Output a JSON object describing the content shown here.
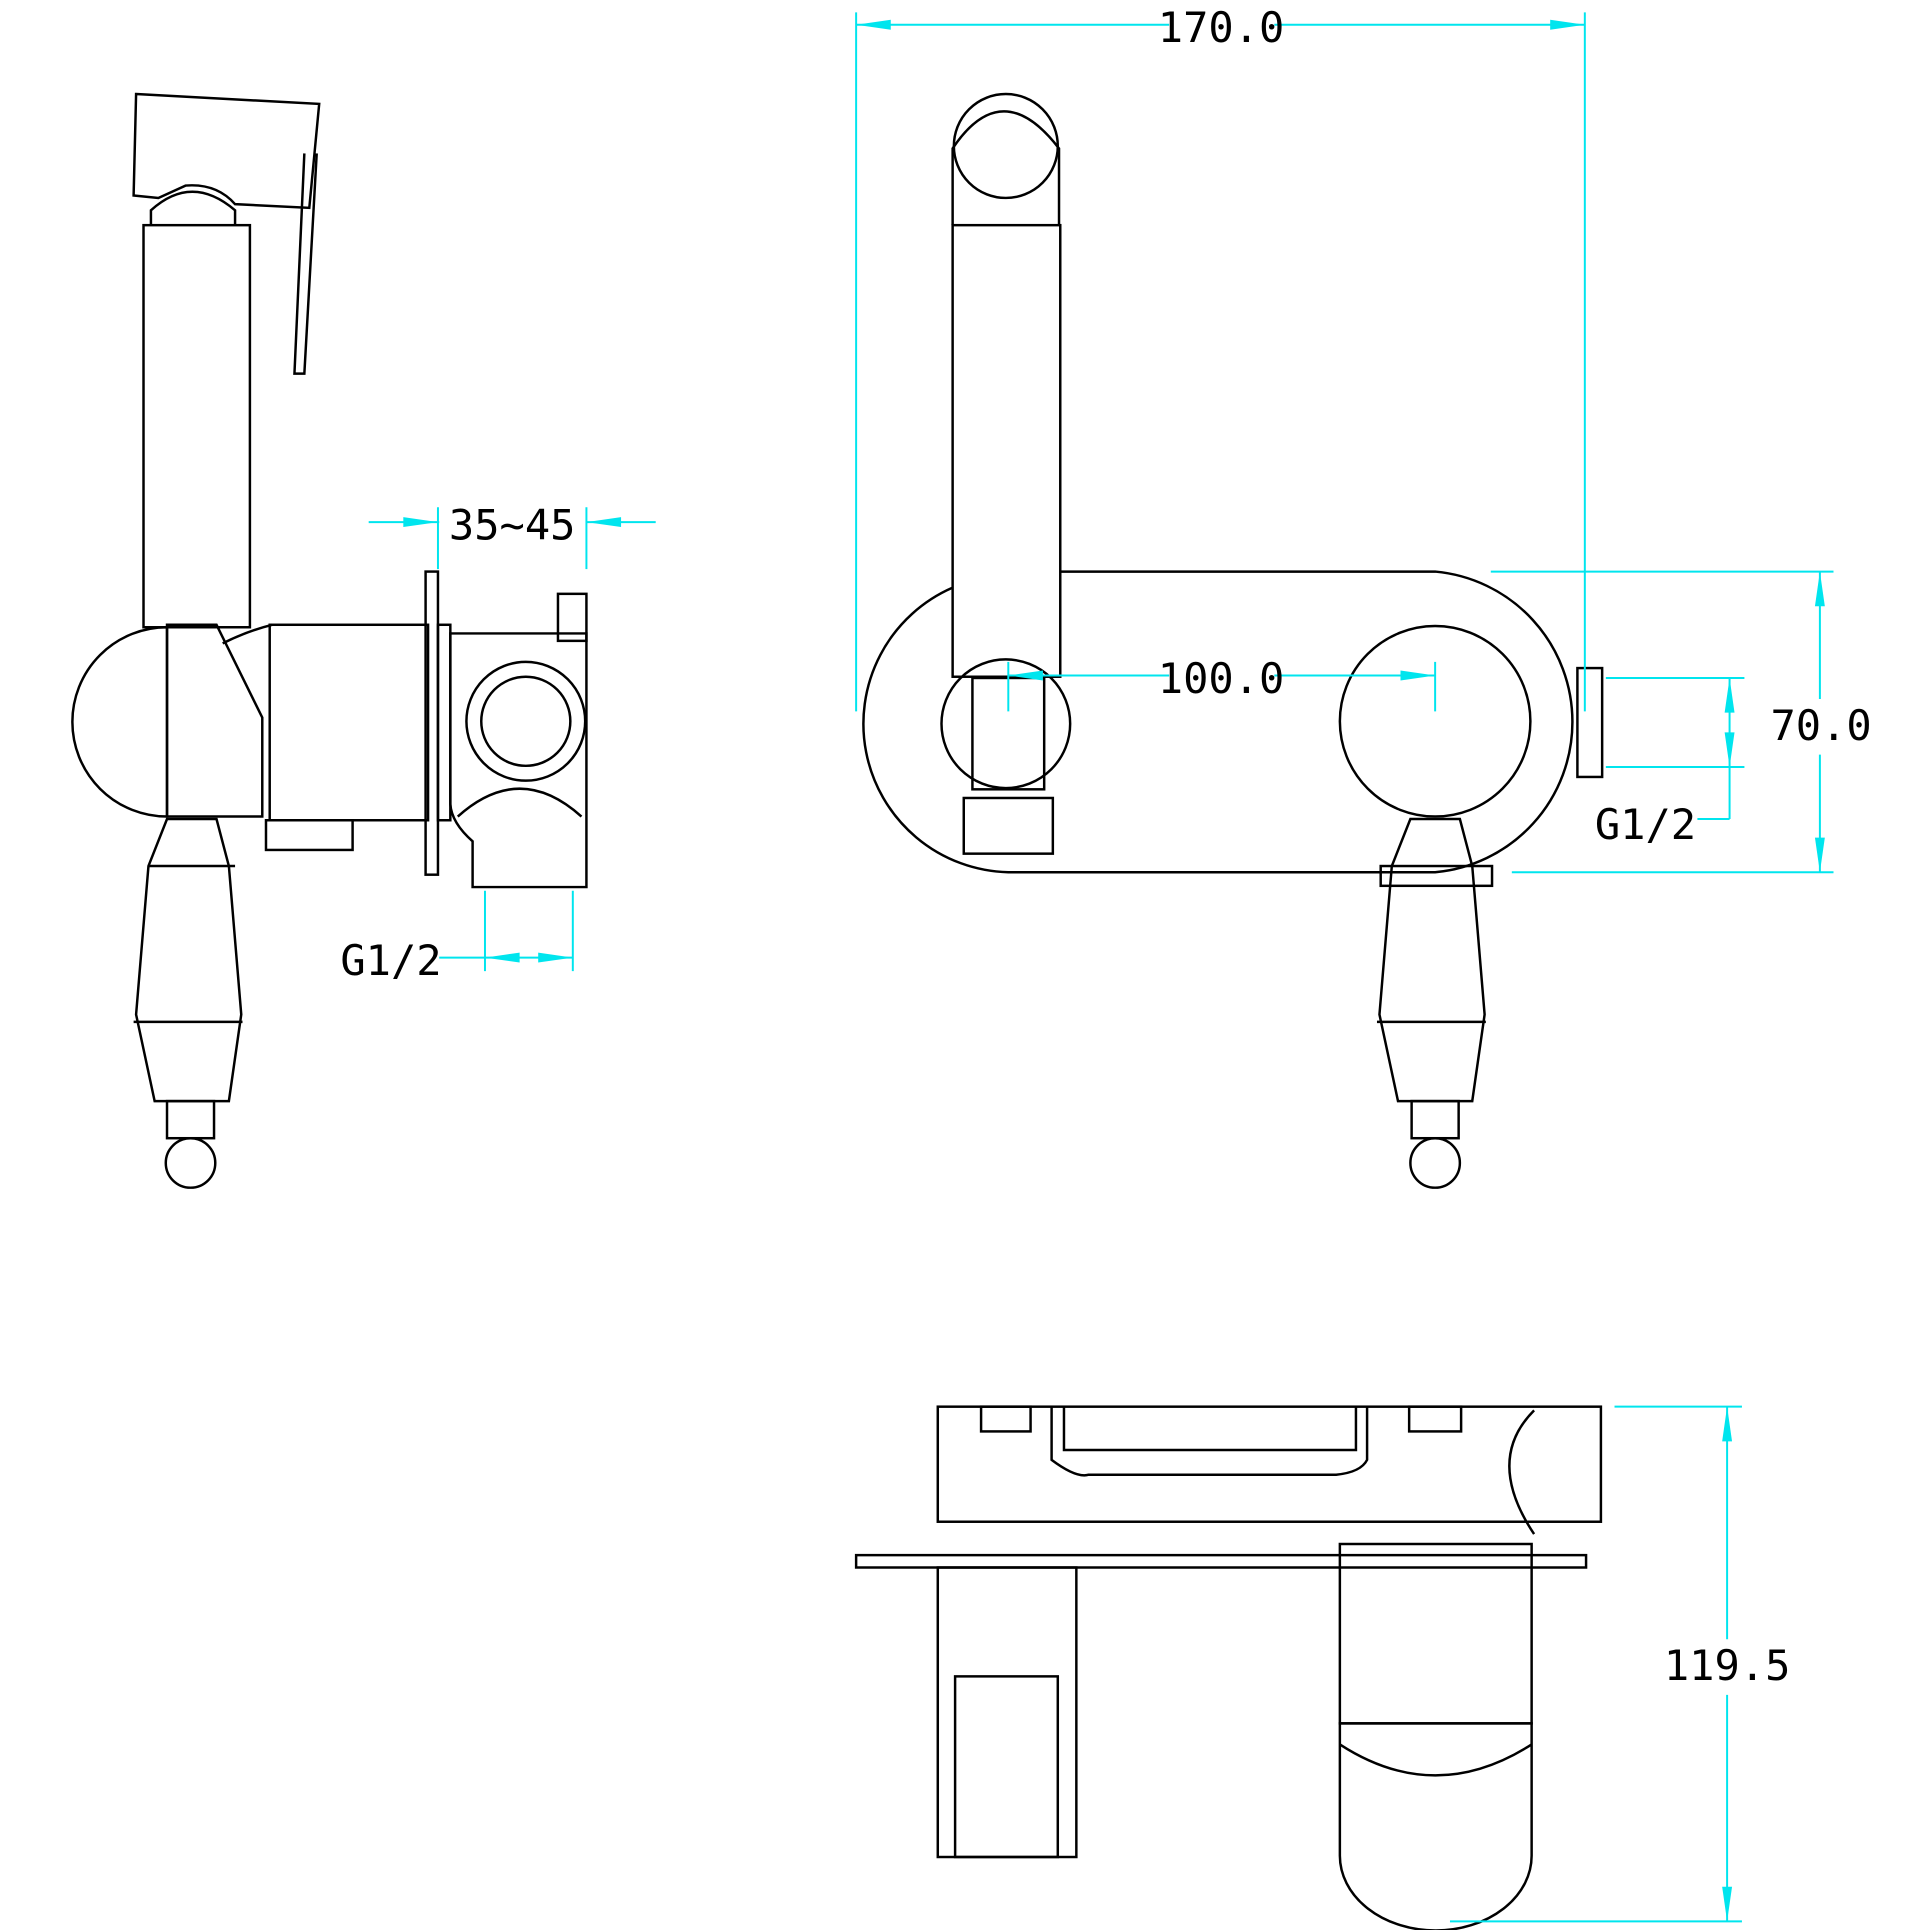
{
  "dimensions": {
    "overall_width": "170.0",
    "center_distance": "100.0",
    "plate_height": "70.0",
    "depth": "119.5",
    "wall_range": "35~45",
    "thread_side": "G1/2",
    "thread_front": "G1/2"
  },
  "colors": {
    "line": "#000000",
    "dimension": "#00e5ee"
  }
}
